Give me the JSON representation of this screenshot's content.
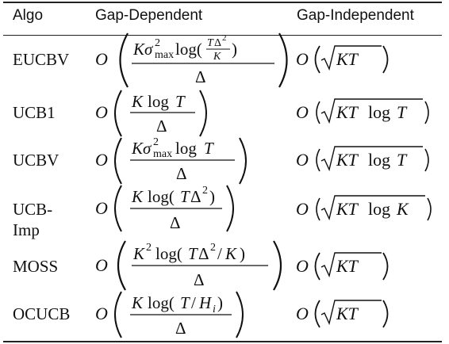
{
  "table": {
    "headers": {
      "algo": "Algo",
      "gap_dependent": "Gap-Dependent",
      "gap_independent": "Gap-Independent"
    },
    "rows": [
      {
        "algo": "EUCBV",
        "gap_dependent": "O((K σ²_max log(TΔ²/K)) / Δ)",
        "gap_independent": "O(√(KT))"
      },
      {
        "algo": "UCB1",
        "gap_dependent": "O((K log T) / Δ)",
        "gap_independent": "O(√(KT log T))"
      },
      {
        "algo": "UCBV",
        "gap_dependent": "O((K σ²_max log T) / Δ)",
        "gap_independent": "O(√(KT log T))"
      },
      {
        "algo": "UCB-Imp",
        "gap_dependent": "O((K log(TΔ²)) / Δ)",
        "gap_independent": "O(√(KT log K))"
      },
      {
        "algo": "MOSS",
        "gap_dependent": "O((K² log(TΔ²/K)) / Δ)",
        "gap_independent": "O(√(KT))"
      },
      {
        "algo": "OCUCB",
        "gap_dependent": "O((K log(T/H_i)) / Δ)",
        "gap_independent": "O(√(KT))"
      }
    ]
  }
}
